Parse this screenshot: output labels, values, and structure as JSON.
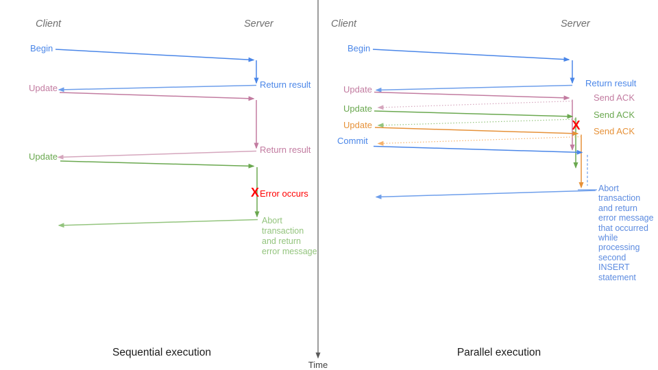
{
  "colors": {
    "blue": "#4a86e8",
    "blue_light": "#6d9eeb",
    "pink": "#c27ba0",
    "pink_light": "#d5a6bd",
    "green": "#6aa84f",
    "green_light": "#93c47d",
    "orange": "#e69138",
    "orange_light": "#f6b26b",
    "red": "#ff0000",
    "axis_gray": "#595959",
    "header_gray": "#6e6e6e",
    "title_black": "#1a1a1a"
  },
  "timeline": {
    "label": "Time"
  },
  "left_panel": {
    "title": "Sequential execution",
    "client_header": "Client",
    "server_header": "Server",
    "labels": {
      "begin": "Begin",
      "return_result_1": "Return result",
      "update_1": "Update",
      "return_result_2": "Return result",
      "update_2": "Update",
      "error_mark": "X",
      "error": "Error occurs",
      "abort_lines": [
        "Abort",
        "transaction",
        "and return",
        "error message"
      ]
    }
  },
  "right_panel": {
    "title": "Parallel execution",
    "client_header": "Client",
    "server_header": "Server",
    "labels": {
      "begin": "Begin",
      "return_result": "Return result",
      "update_1": "Update",
      "send_ack_1": "Send ACK",
      "update_2": "Update",
      "send_ack_2": "Send ACK",
      "update_3": "Update",
      "send_ack_3": "Send ACK",
      "commit": "Commit",
      "error_mark": "X",
      "abort_lines": [
        "Abort",
        "transaction",
        "and return",
        "error message",
        "that occurred",
        "while",
        "processing",
        "second",
        "INSERT",
        "statement"
      ]
    }
  }
}
